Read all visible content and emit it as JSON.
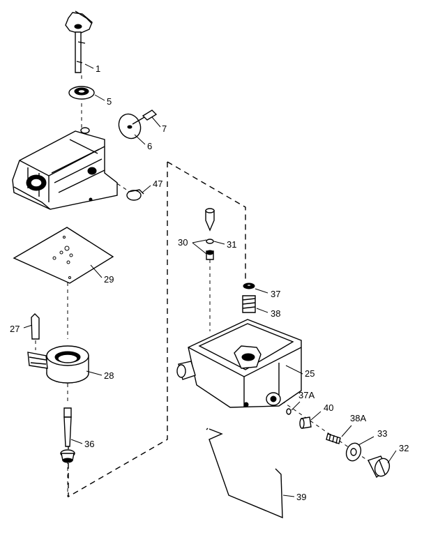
{
  "diagram": {
    "parts": [
      {
        "id": "p1",
        "label": "1"
      },
      {
        "id": "p5",
        "label": "5"
      },
      {
        "id": "p7",
        "label": "7"
      },
      {
        "id": "p6",
        "label": "6"
      },
      {
        "id": "p47",
        "label": "47"
      },
      {
        "id": "p30",
        "label": "30"
      },
      {
        "id": "p31",
        "label": "31"
      },
      {
        "id": "p29",
        "label": "29"
      },
      {
        "id": "p37",
        "label": "37"
      },
      {
        "id": "p38",
        "label": "38"
      },
      {
        "id": "p27",
        "label": "27"
      },
      {
        "id": "p25",
        "label": "25"
      },
      {
        "id": "p28",
        "label": "28"
      },
      {
        "id": "p37a",
        "label": "37A"
      },
      {
        "id": "p40",
        "label": "40"
      },
      {
        "id": "p38a",
        "label": "38A"
      },
      {
        "id": "p33",
        "label": "33"
      },
      {
        "id": "p36",
        "label": "36"
      },
      {
        "id": "p32",
        "label": "32"
      },
      {
        "id": "p39",
        "label": "39"
      }
    ]
  }
}
